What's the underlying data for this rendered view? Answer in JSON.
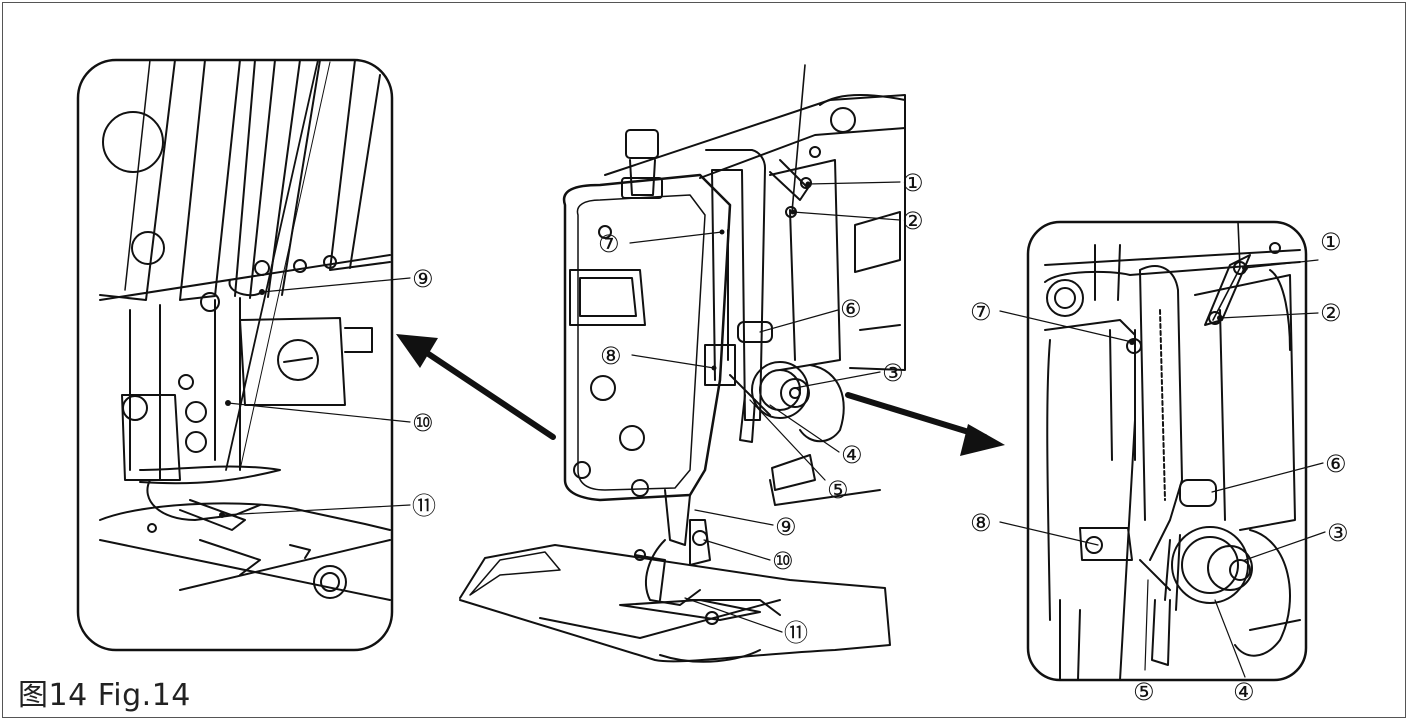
{
  "figure": {
    "caption": "图14 Fig.14"
  },
  "center_labels": [
    "①",
    "②",
    "③",
    "④",
    "⑤",
    "⑥",
    "⑦",
    "⑧",
    "⑨",
    "⑩",
    "⑪"
  ],
  "left_labels": [
    "⑨",
    "⑩",
    "⑪"
  ],
  "right_labels": [
    "①",
    "②",
    "③",
    "④",
    "⑤",
    "⑥",
    "⑦",
    "⑧"
  ]
}
